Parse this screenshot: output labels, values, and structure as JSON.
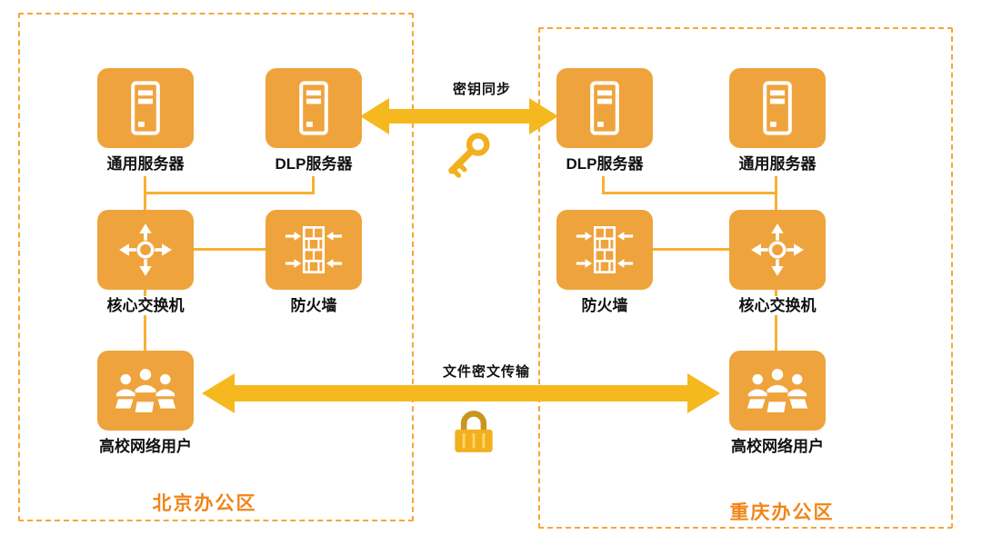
{
  "areas": {
    "beijing": {
      "label": "北京办公区",
      "nodes": {
        "general_server": {
          "label": "通用服务器",
          "icon": "server-icon"
        },
        "dlp_server": {
          "label": "DLP服务器",
          "icon": "server-icon"
        },
        "core_switch": {
          "label": "核心交换机",
          "icon": "switch-icon"
        },
        "firewall": {
          "label": "防火墙",
          "icon": "firewall-icon"
        },
        "users": {
          "label": "高校网络用户",
          "icon": "users-icon"
        }
      }
    },
    "chongqing": {
      "label": "重庆办公区",
      "nodes": {
        "dlp_server": {
          "label": "DLP服务器",
          "icon": "server-icon"
        },
        "general_server": {
          "label": "通用服务器",
          "icon": "server-icon"
        },
        "firewall": {
          "label": "防火墙",
          "icon": "firewall-icon"
        },
        "core_switch": {
          "label": "核心交换机",
          "icon": "switch-icon"
        },
        "users": {
          "label": "高校网络用户",
          "icon": "users-icon"
        }
      }
    }
  },
  "links": {
    "key_sync": {
      "label": "密钥同步",
      "icon": "key-icon",
      "style": "double-headed-arrow"
    },
    "file_transfer": {
      "label": "文件密文传输",
      "icon": "lock-icon",
      "style": "double-headed-arrow"
    }
  },
  "colors": {
    "icon_background": "#EFA33C",
    "connector_line": "#F7B131",
    "arrow_gold": "#F5B91F",
    "dashed_border": "#F5A63B",
    "area_label": "#F08519",
    "node_label": "#111111",
    "badge_gold": "#F2B01E"
  }
}
